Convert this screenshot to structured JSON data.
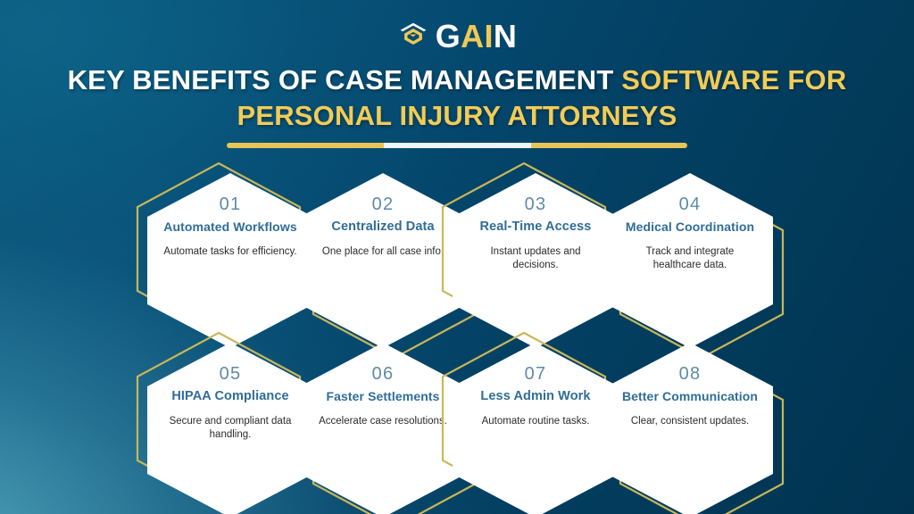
{
  "brand": {
    "logo_icon": "gain-hexagon-logo-icon",
    "name_part1": "G",
    "name_part2": "AI",
    "name_part3": "N",
    "full_name": "GAIN"
  },
  "header": {
    "title_line1_white": "KEY BENEFITS OF CASE MANAGEMENT ",
    "title_line1_gold": "SOFTWARE FOR",
    "title_line2_gold": "PERSONAL INJURY ATTORNEYS"
  },
  "colors": {
    "gold": "#f2cc56",
    "divider_gold": "#e8c456",
    "divider_white": "#eef6fb",
    "hex_fill": "#ffffff",
    "hex_outline_gold": "#c9b758",
    "number_blue": "#5f8ba6",
    "title_blue": "#2f6d96",
    "body_dark": "#2b2b2b",
    "bg_dark_navy": "#01334f",
    "bg_teal": "#0b5c80",
    "bg_light_teal": "#56aac0"
  },
  "benefits": [
    {
      "number": "01",
      "title": "Automated Workflows",
      "description": "Automate tasks for efficiency.",
      "ghost_offset": "up-left"
    },
    {
      "number": "02",
      "title": "Centralized Data",
      "description": "One place for all case info.",
      "ghost_offset": "down-right"
    },
    {
      "number": "03",
      "title": "Real-Time Access",
      "description": "Instant updates and decisions.",
      "ghost_offset": "up-left"
    },
    {
      "number": "04",
      "title": "Medical Coordination",
      "description": "Track and integrate healthcare data.",
      "ghost_offset": "down-right"
    },
    {
      "number": "05",
      "title": "HIPAA Compliance",
      "description": "Secure and compliant data handling.",
      "ghost_offset": "up-left"
    },
    {
      "number": "06",
      "title": "Faster Settlements",
      "description": "Accelerate case resolutions.",
      "ghost_offset": "down-right"
    },
    {
      "number": "07",
      "title": "Less Admin Work",
      "description": "Automate routine tasks.",
      "ghost_offset": "up-left"
    },
    {
      "number": "08",
      "title": "Better Communication",
      "description": "Clear, consistent updates.",
      "ghost_offset": "down-right"
    }
  ]
}
